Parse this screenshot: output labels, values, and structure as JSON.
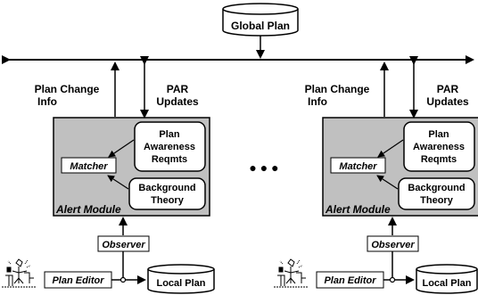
{
  "diagram": {
    "global_plan": "Global Plan",
    "ellipsis": "● ● ●",
    "left": {
      "plan_change_line1": "Plan Change",
      "plan_change_line2": "Info",
      "par_line1": "PAR",
      "par_line2": "Updates",
      "par_box_line1": "Plan",
      "par_box_line2": "Awareness",
      "par_box_line3": "Reqmts",
      "matcher": "Matcher",
      "background_line1": "Background",
      "background_line2": "Theory",
      "alert_module": "Alert Module",
      "observer": "Observer",
      "plan_editor": "Plan Editor",
      "local_plan": "Local Plan"
    },
    "right": {
      "plan_change_line1": "Plan Change",
      "plan_change_line2": "Info",
      "par_line1": "PAR",
      "par_line2": "Updates",
      "par_box_line1": "Plan",
      "par_box_line2": "Awareness",
      "par_box_line3": "Reqmts",
      "matcher": "Matcher",
      "background_line1": "Background",
      "background_line2": "Theory",
      "alert_module": "Alert Module",
      "observer": "Observer",
      "plan_editor": "Plan Editor",
      "local_plan": "Local Plan"
    }
  }
}
